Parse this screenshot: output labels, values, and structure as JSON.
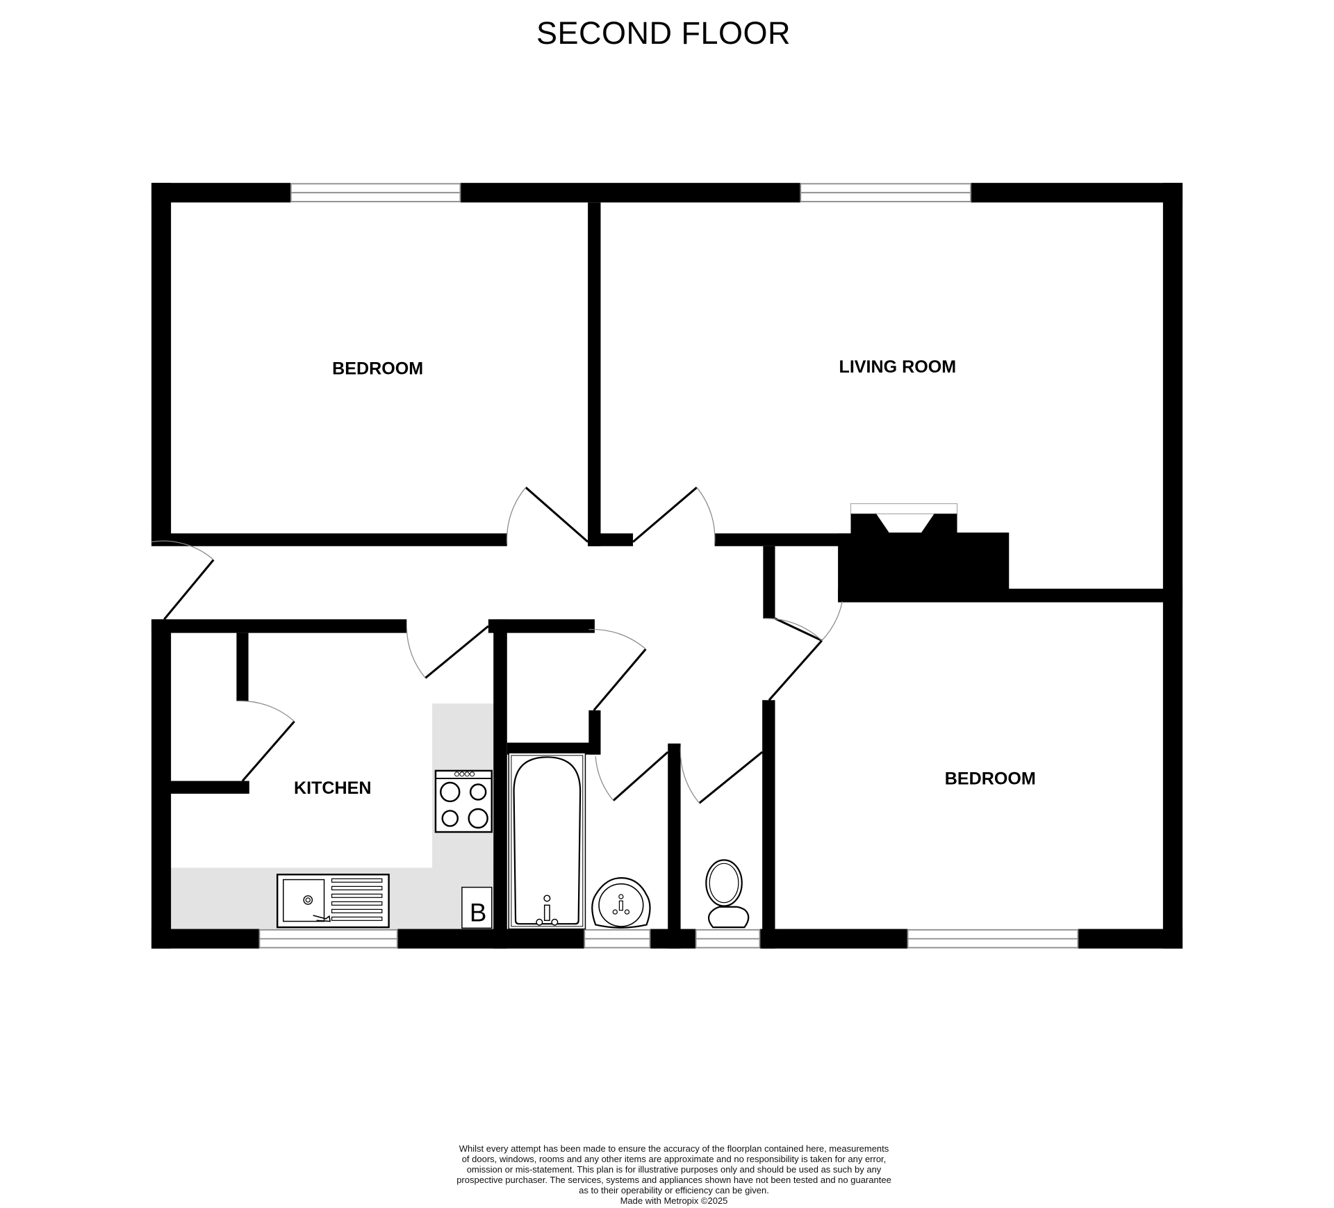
{
  "title": "SECOND FLOOR",
  "rooms": {
    "bedroom_1": "BEDROOM",
    "living_room": "LIVING ROOM",
    "kitchen": "KITCHEN",
    "bedroom_2": "BEDROOM"
  },
  "fixtures": {
    "boiler_label": "B",
    "items": [
      "hob-icon",
      "sink-icon",
      "boiler-icon",
      "bath-icon",
      "basin-icon",
      "toilet-icon",
      "fireplace-icon"
    ]
  },
  "colors": {
    "wall": "#000000",
    "window_frame": "#8a8a8a",
    "worktop": "#e3e3e3",
    "door_arc": "#888888"
  },
  "disclaimer": {
    "lines": [
      "Whilst every attempt has been made to ensure the accuracy of the floorplan contained here, measurements",
      "of doors, windows, rooms and any other items are approximate and no responsibility is taken for any error,",
      "omission or mis-statement. This plan is for illustrative purposes only and should be used as such by any",
      "prospective purchaser. The services, systems and appliances shown have not been tested and no guarantee",
      "as to their operability or efficiency can be given."
    ],
    "credit": "Made with Metropix ©2025"
  }
}
